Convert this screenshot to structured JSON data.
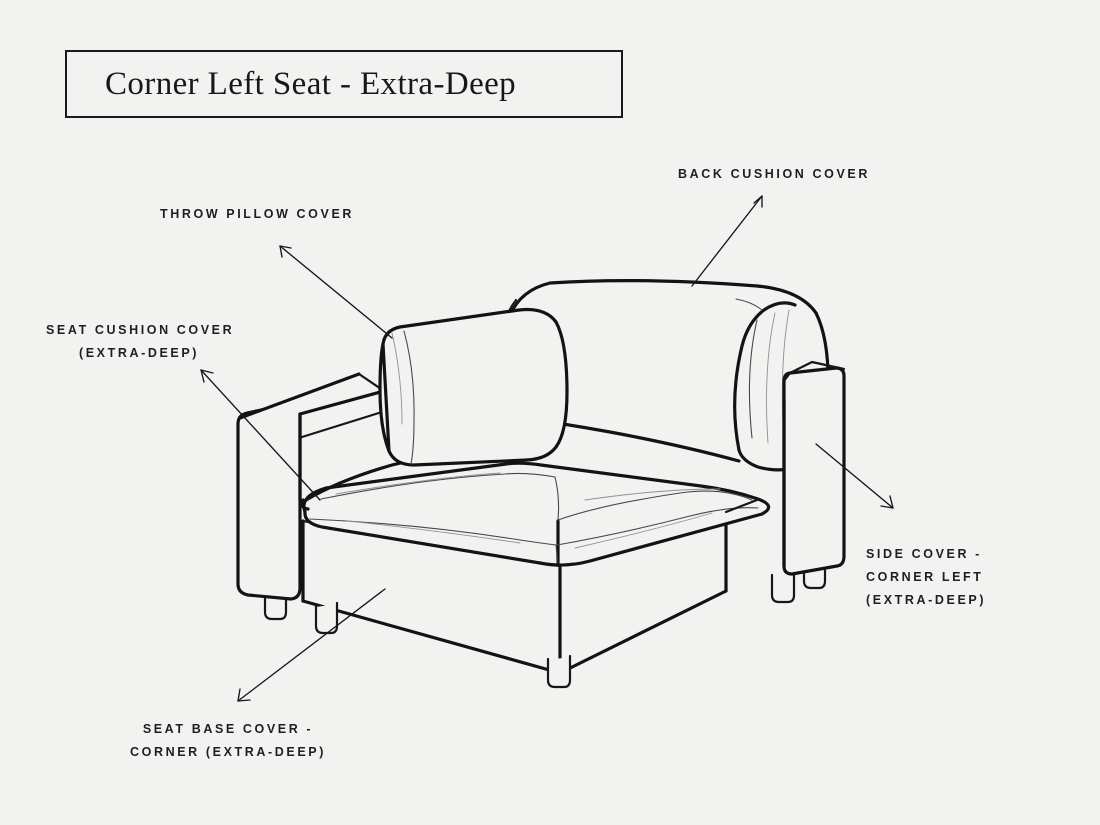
{
  "page": {
    "background_color": "#f2f2f1",
    "ink_color": "#111315"
  },
  "title": {
    "text": "Corner Left Seat - Extra-Deep"
  },
  "labels": {
    "back_cushion": {
      "lines": [
        "BACK CUSHION COVER"
      ],
      "align": "left"
    },
    "throw_pillow": {
      "lines": [
        "THROW PILLOW COVER"
      ],
      "align": "left"
    },
    "seat_cushion": {
      "lines": [
        "SEAT CUSHION COVER",
        "(EXTRA-DEEP)"
      ],
      "align": "center"
    },
    "side_cover": {
      "lines": [
        "SIDE COVER -",
        "CORNER LEFT",
        "(EXTRA-DEEP)"
      ],
      "align": "left"
    },
    "seat_base": {
      "lines": [
        "SEAT BASE COVER -",
        "CORNER (EXTRA-DEEP)"
      ],
      "align": "center"
    }
  },
  "illustration": {
    "subject": "corner-left-sofa-seat-line-drawing",
    "parts": [
      "back-cushion",
      "throw-pillow",
      "seat-cushion",
      "left-armrest",
      "right-armrest-side-panel",
      "seat-base",
      "feet"
    ]
  }
}
